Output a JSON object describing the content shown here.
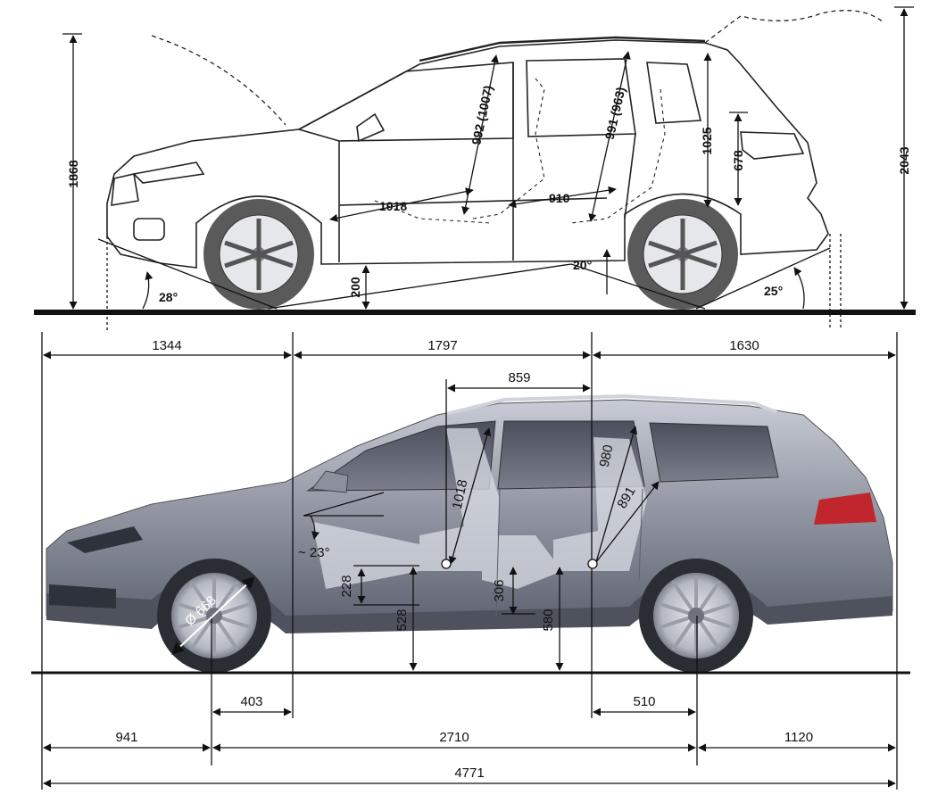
{
  "top_view": {
    "height_total": "1868",
    "height_roof_open": "2043",
    "front_headroom": "992 (1007)",
    "rear_headroom": "991 (963)",
    "front_legroom": "1018",
    "rear_legroom": "910",
    "trunk_height": "1025",
    "trunk_opening": "678",
    "approach_angle": "28°",
    "ramp_angle": "20°",
    "departure_angle": "25°",
    "ground_clearance": "200"
  },
  "bottom_view": {
    "front_section": "1344",
    "middle_section": "1797",
    "rear_section": "1630",
    "seat_gap": "859",
    "front_headroom": "1018",
    "rear_headroom": "980",
    "rear_knee": "891",
    "wheel_diameter": "Ø 668",
    "seat_angle": "~ 23°",
    "front_seat_cushion": "228",
    "rear_seat_cushion": "306",
    "front_hpoint_height": "528",
    "rear_hpoint_height": "580",
    "front_axle_to_seat": "403",
    "rear_seat_to_axle": "510",
    "front_overhang": "941",
    "wheelbase": "2710",
    "rear_overhang": "1120",
    "overall_length": "4771"
  },
  "colors": {
    "line": "#111111",
    "car_body": "#8a909c",
    "tyre": "#5a5a5a"
  }
}
